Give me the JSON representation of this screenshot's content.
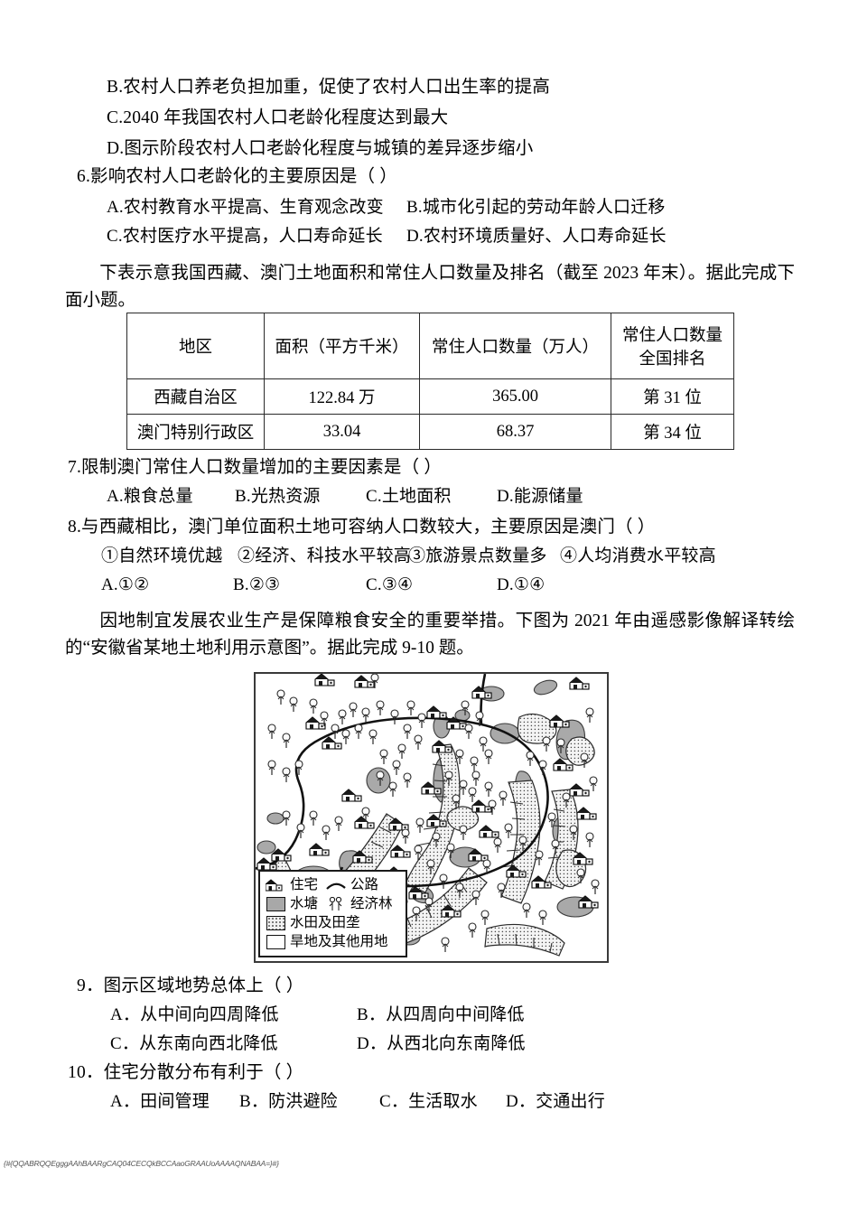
{
  "document": {
    "type": "geography-exam-page",
    "language": "zh-CN"
  },
  "q5_options": {
    "b": "B.农村人口养老负担加重，促使了农村人口出生率的提高",
    "c": "C.2040 年我国农村人口老龄化程度达到最大",
    "d": "D.图示阶段农村人口老龄化程度与城镇的差异逐步缩小"
  },
  "q6": {
    "stem": "6.影响农村人口老龄化的主要原因是（    ）",
    "option_a": "A.农村教育水平提高、生育观念改变",
    "option_b": "B.城市化引起的劳动年龄人口迁移",
    "option_c": "C.农村医疗水平提高，人口寿命延长",
    "option_d": "D.农村环境质量好、人口寿命延长"
  },
  "table_intro": "下表示意我国西藏、澳门土地面积和常住人口数量及排名（截至 2023 年末）。据此完成下面小题。",
  "table": {
    "headers": [
      "地区",
      "面积（平方千米）",
      "常住人口数量（万人）",
      "常住人口数量全国排名"
    ],
    "header_rank_line1": "常住人口数量",
    "header_rank_line2": "全国排名",
    "rows": [
      {
        "region": "西藏自治区",
        "area": "122.84 万",
        "population": "365.00",
        "rank": "第 31 位"
      },
      {
        "region": "澳门特别行政区",
        "area": "33.04",
        "population": "68.37",
        "rank": "第 34 位"
      }
    ]
  },
  "q7": {
    "stem": "7.限制澳门常住人口数量增加的主要因素是（    ）",
    "option_a": "A.粮食总量",
    "option_b": "B.光热资源",
    "option_c": "C.土地面积",
    "option_d": "D.能源储量"
  },
  "q8": {
    "stem": "8.与西藏相比，澳门单位面积土地可容纳人口数较大，主要原因是澳门（    ）",
    "item_1": "①自然环境优越",
    "item_2": "②经济、科技水平较高",
    "item_3": "③旅游景点数量多",
    "item_4": "④人均消费水平较高",
    "option_a": "A.①②",
    "option_b": "B.②③",
    "option_c": "C.③④",
    "option_d": "D.①④"
  },
  "map_intro": "因地制宜发展农业生产是保障粮食安全的重要举措。下图为 2021 年由遥感影像解译转绘的“安徽省某地土地利用示意图”。据此完成 9-10 题。",
  "map_legend": {
    "residence": "住宅",
    "road": "公路",
    "pond": "水塘",
    "economic_forest": "经济林",
    "paddy": "水田及田垄",
    "dryland": "旱地及其他用地"
  },
  "q9": {
    "stem": "9．图示区域地势总体上（    ）",
    "option_a": "A．从中间向四周降低",
    "option_b": "B．从四周向中间降低",
    "option_c": "C．从东南向西北降低",
    "option_d": "D．从西北向东南降低"
  },
  "q10": {
    "stem": "10．住宅分散分布有利于（    ）",
    "option_a": "A．田间管理",
    "option_b": "B．防洪避险",
    "option_c": "C．生活取水",
    "option_d": "D．交通出行"
  },
  "footer_code": "{#{QQABRQQEgggAAhBAARgCAQ04CECQkBCCAaoGRAAUoAAAAQNABAA=}#}"
}
